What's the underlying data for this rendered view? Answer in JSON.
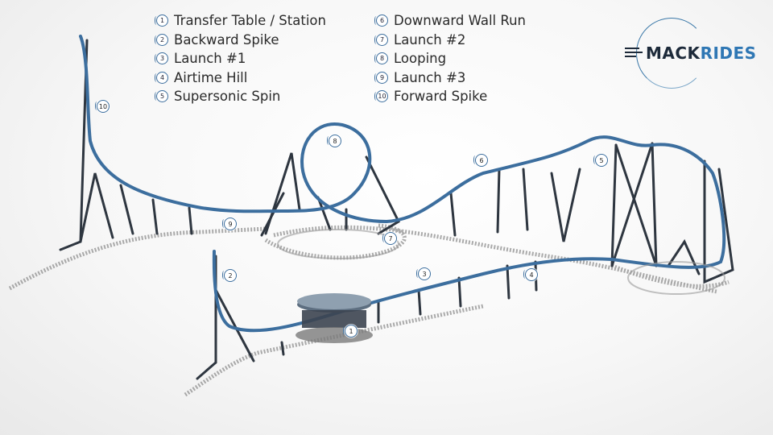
{
  "legend": {
    "left": [
      {
        "num": "1",
        "label": "Transfer Table / Station"
      },
      {
        "num": "2",
        "label": "Backward Spike"
      },
      {
        "num": "3",
        "label": "Launch #1"
      },
      {
        "num": "4",
        "label": "Airtime Hill"
      },
      {
        "num": "5",
        "label": "Supersonic Spin"
      }
    ],
    "right": [
      {
        "num": "6",
        "label": "Downward Wall Run"
      },
      {
        "num": "7",
        "label": "Launch #2"
      },
      {
        "num": "8",
        "label": "Looping"
      },
      {
        "num": "9",
        "label": "Launch #3"
      },
      {
        "num": "10",
        "label": "Forward Spike"
      }
    ]
  },
  "logo": {
    "mack": "MACK",
    "rides": "RIDES"
  },
  "markers": {
    "m1": "1",
    "m2": "2",
    "m3": "3",
    "m4": "4",
    "m5": "5",
    "m6": "6",
    "m7": "7",
    "m8": "8",
    "m9": "9",
    "m10": "10"
  },
  "colors": {
    "track": "#3c6e9e",
    "steel": "#2e3640",
    "ground": "#8f8f8f",
    "brand": "#2f77b4"
  }
}
